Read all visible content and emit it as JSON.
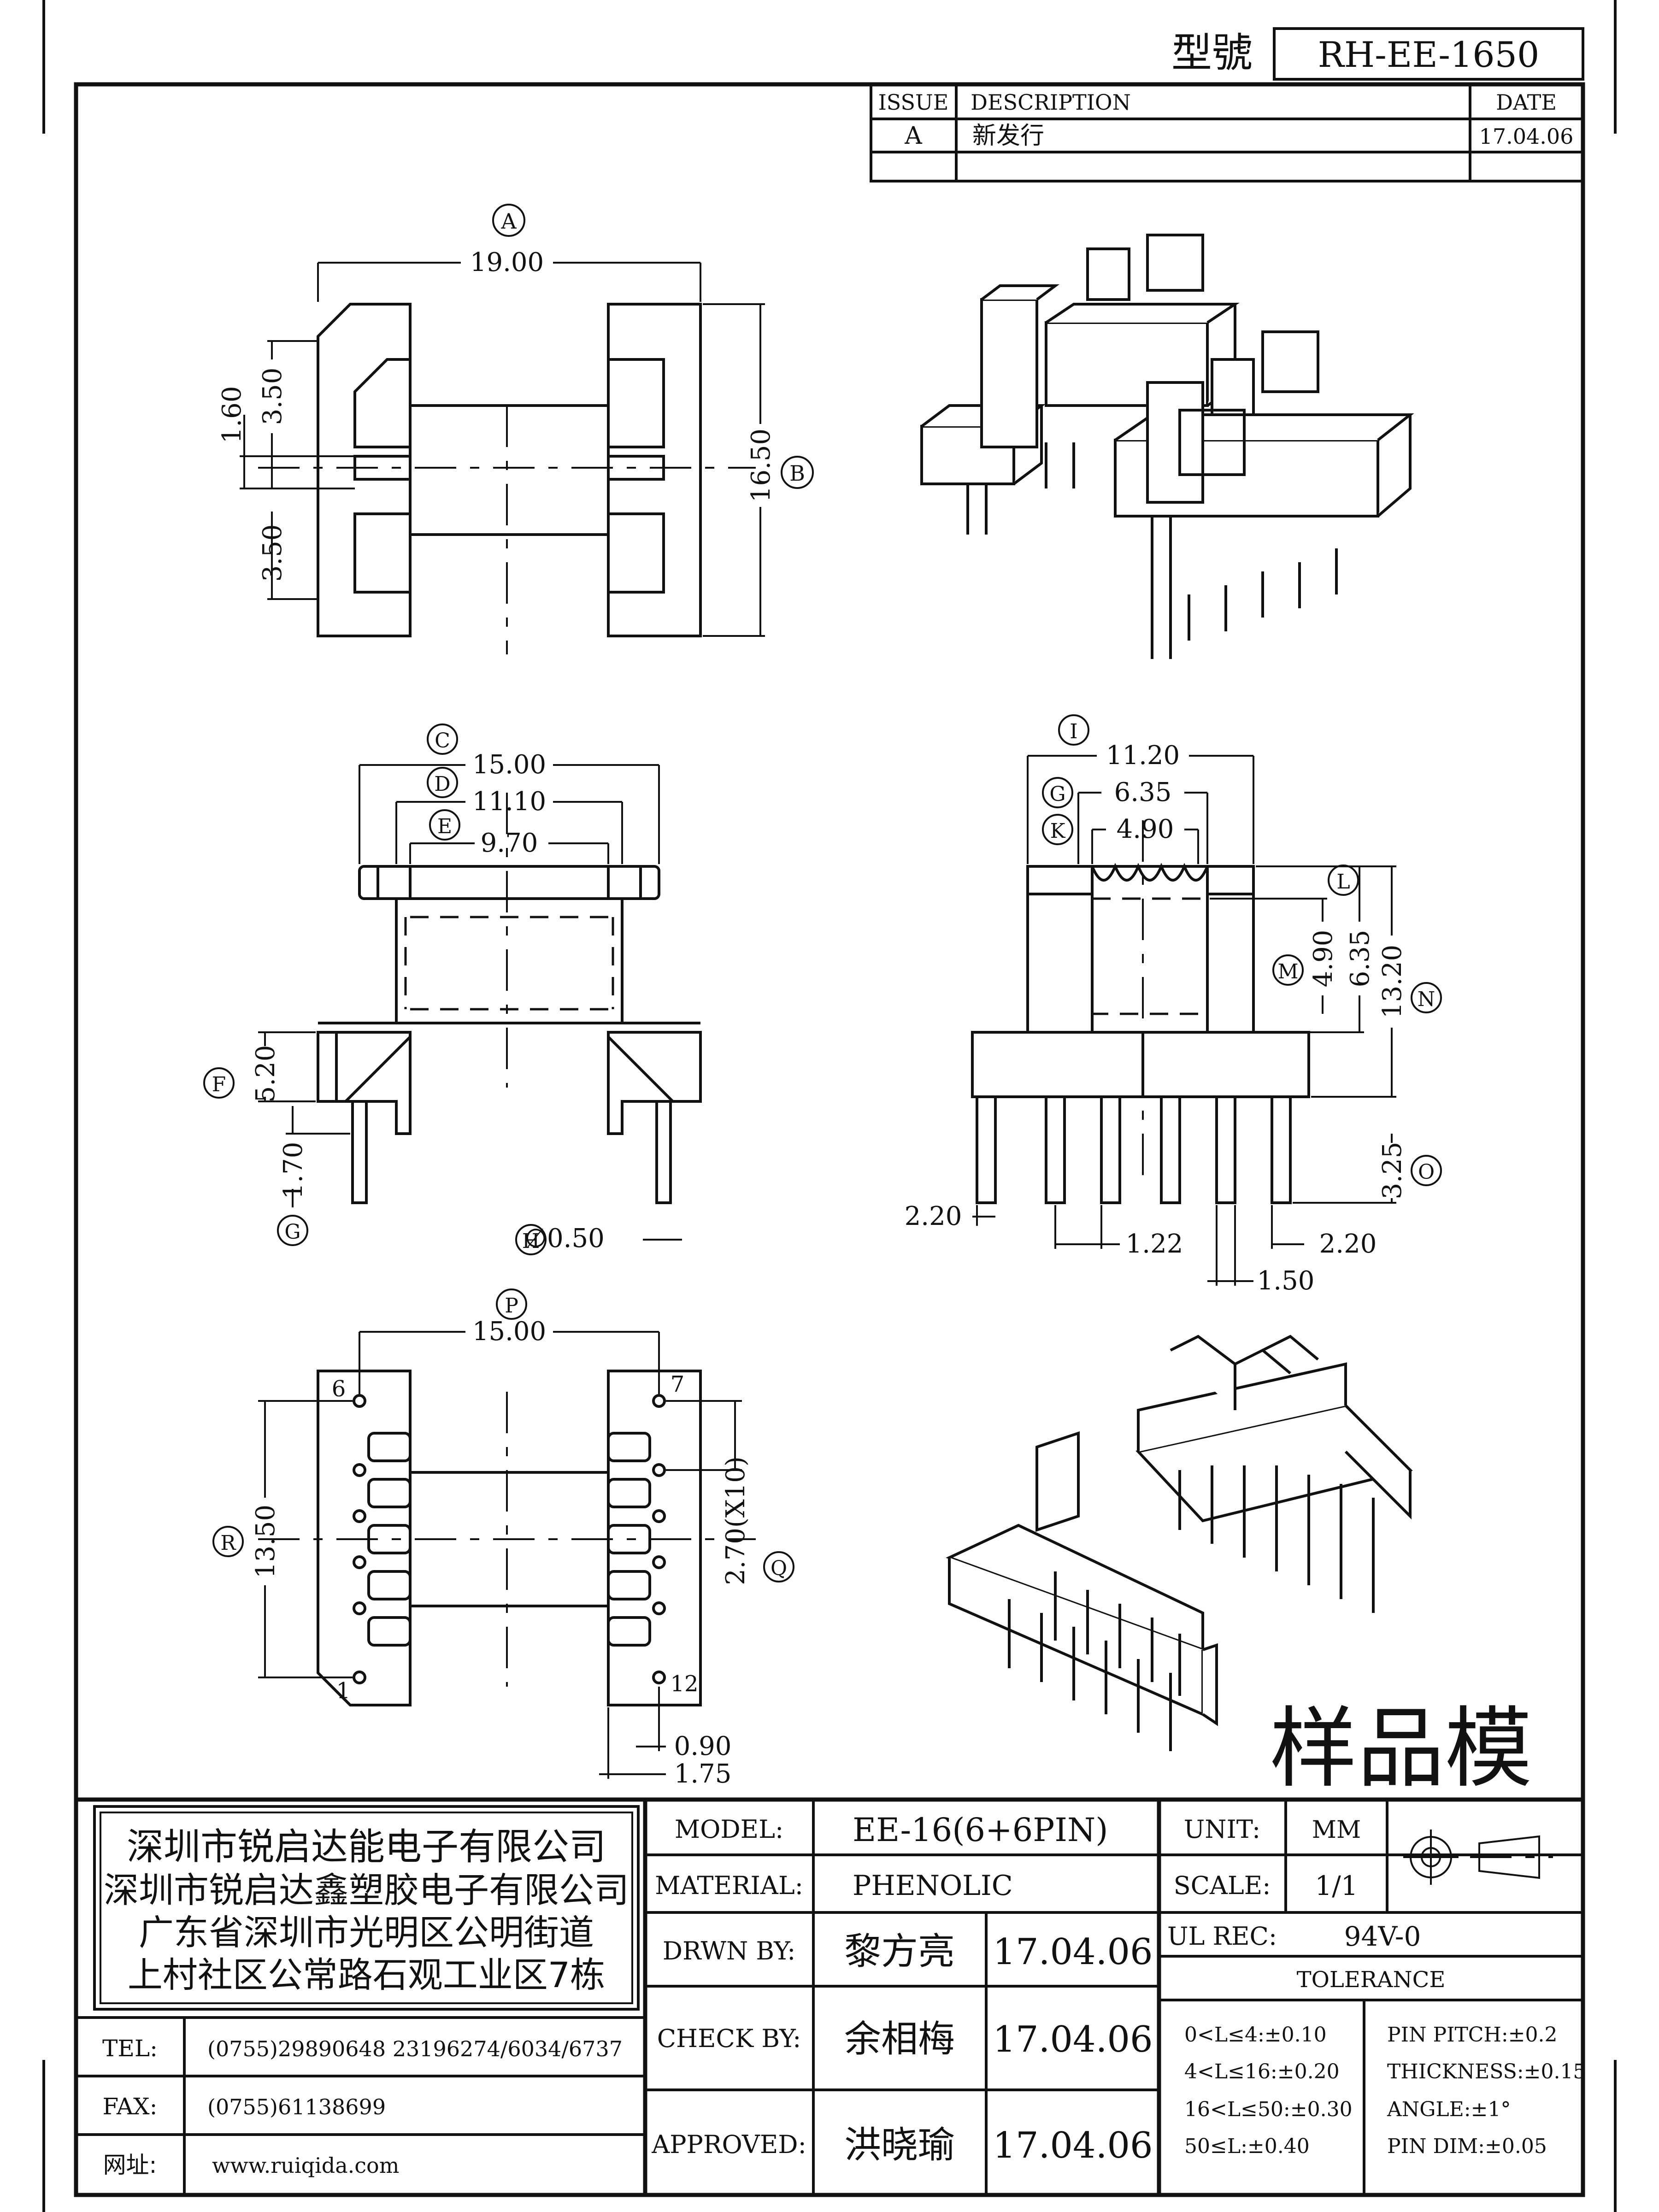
{
  "title_block": {
    "model_no_label": "型號",
    "model_no": "RH-EE-1650",
    "rev_headers": {
      "issue": "ISSUE",
      "description": "DESCRIPTION",
      "date": "DATE"
    },
    "rev_rows": [
      {
        "issue": "A",
        "description": "新发行",
        "date": "17.04.06"
      }
    ]
  },
  "dimensions": {
    "A": {
      "label": "A",
      "value": "19.00"
    },
    "B": {
      "label": "B",
      "value": "16.50"
    },
    "h160": "1.60",
    "h350a": "3.50",
    "h350b": "3.50",
    "C": {
      "label": "C",
      "value": "15.00"
    },
    "D": {
      "label": "D",
      "value": "11.10"
    },
    "E": {
      "label": "E",
      "value": "9.70"
    },
    "F": {
      "label": "F",
      "value": "5.20"
    },
    "G": {
      "label": "G",
      "value": "1.70"
    },
    "H": {
      "label": "H",
      "value": "∅0.50"
    },
    "I": {
      "label": "I",
      "value": "11.20"
    },
    "G2": {
      "label": "G",
      "value": "6.35"
    },
    "K": {
      "label": "K",
      "value": "4.90"
    },
    "L": {
      "label": "L"
    },
    "M": {
      "label": "M",
      "value": "4.90"
    },
    "v635": "6.35",
    "N": {
      "label": "N",
      "value": "13.20"
    },
    "O": {
      "label": "O",
      "value": "3.25"
    },
    "b220l": "2.20",
    "b122": "1.22",
    "b220r": "2.20",
    "b150": "1.50",
    "P": {
      "label": "P",
      "value": "15.00"
    },
    "R": {
      "label": "R",
      "value": "13.50"
    },
    "Q": {
      "label": "Q",
      "value": "2.70(X10)"
    },
    "b090": "0.90",
    "b175": "1.75",
    "pins": {
      "p1": "1",
      "p6": "6",
      "p7": "7",
      "p12": "12"
    }
  },
  "sample_stamp": "样品模",
  "company": {
    "lines": [
      "深圳市锐启达能电子有限公司",
      "深圳市锐启达鑫塑胶电子有限公司",
      "广东省深圳市光明区公明街道",
      "上村社区公常路石观工业区7栋"
    ],
    "tel_label": "TEL:",
    "tel": "(0755)29890648   23196274/6034/6737",
    "fax_label": "FAX:",
    "fax": "(0755)61138699",
    "web_label": "网址:",
    "web": "www.ruiqida.com"
  },
  "info": {
    "model_label": "MODEL:",
    "model": "EE-16(6+6PIN)",
    "unit_label": "UNIT:",
    "unit": "MM",
    "material_label": "MATERIAL:",
    "material": "PHENOLIC",
    "scale_label": "SCALE:",
    "scale": "1/1",
    "drawn_label": "DRWN BY:",
    "drawn_by": "黎方亮",
    "drawn_date": "17.04.06",
    "ul_label": "UL REC:",
    "ul": "94V-0",
    "check_label": "CHECK BY:",
    "check_by": "余相梅",
    "check_date": "17.04.06",
    "approved_label": "APPROVED:",
    "approved_by": "洪晓瑜",
    "approved_date": "17.04.06",
    "tolerance_label": "TOLERANCE",
    "tolerances": [
      "0<L≤4:±0.10",
      "4<L≤16:±0.20",
      "16<L≤50:±0.30",
      "50≤L:±0.40"
    ],
    "specs": [
      "PIN PITCH:±0.2",
      "THICKNESS:±0.15",
      "ANGLE:±1°",
      "PIN DIM:±0.05"
    ]
  }
}
